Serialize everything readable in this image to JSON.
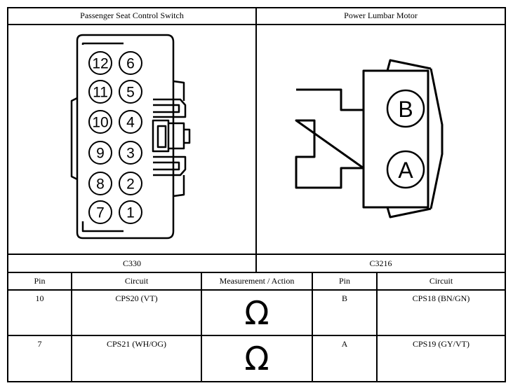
{
  "top": {
    "left_title": "Passenger Seat Control Switch",
    "right_title": "Power Lumbar Motor",
    "left_connector": "C330",
    "right_connector": "C3216"
  },
  "connector_c330": {
    "pins_left": [
      "12",
      "11",
      "10",
      "9",
      "8",
      "7"
    ],
    "pins_right": [
      "6",
      "5",
      "4",
      "3",
      "2",
      "1"
    ]
  },
  "connector_c3216": {
    "pins": [
      "B",
      "A"
    ]
  },
  "table": {
    "headers": [
      "Pin",
      "Circuit",
      "Measurement / Action",
      "Pin",
      "Circuit"
    ],
    "rows": [
      {
        "pin1": "10",
        "circuit1": "CPS20 (VT)",
        "symbol": "Ω",
        "pin2": "B",
        "circuit2": "CPS18 (BN/GN)"
      },
      {
        "pin1": "7",
        "circuit1": "CPS21 (WH/OG)",
        "symbol": "Ω",
        "pin2": "A",
        "circuit2": "CPS19 (GY/VT)"
      }
    ]
  }
}
